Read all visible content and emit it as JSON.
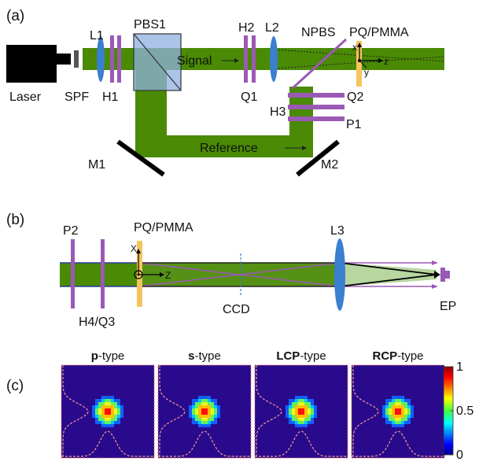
{
  "panels": {
    "a": {
      "label": "(a)",
      "components": {
        "laser": "Laser",
        "spf": "SPF",
        "l1": "L1",
        "h1": "H1",
        "pbs1": "PBS1",
        "h2": "H2",
        "q1": "Q1",
        "l2": "L2",
        "npbs": "NPBS",
        "sample": "PQ/PMMA",
        "q2": "Q2",
        "h3": "H3",
        "p1": "P1",
        "m1": "M1",
        "m2": "M2"
      },
      "beams": {
        "signal": "Signal",
        "reference": "Reference"
      },
      "axes": {
        "x": "x",
        "y": "y",
        "z": "z"
      }
    },
    "b": {
      "label": "(b)",
      "components": {
        "p2": "P2",
        "h4q3": "H4/Q3",
        "sample": "PQ/PMMA",
        "ccd": "CCD",
        "l3": "L3",
        "ep": "EP"
      },
      "axes": {
        "x": "X",
        "z": "Z"
      }
    },
    "c": {
      "label": "(c)",
      "tiles": [
        {
          "bold": "p",
          "suffix": "-type"
        },
        {
          "bold": "s",
          "suffix": "-type"
        },
        {
          "bold": "LCP",
          "suffix": "-type"
        },
        {
          "bold": "RCP",
          "suffix": "-type"
        }
      ],
      "colorbar": {
        "ticks": [
          "1",
          "0.5",
          "0"
        ],
        "tick_values": [
          1,
          0.5,
          0
        ]
      }
    }
  },
  "colors": {
    "beam": "#4a8a04",
    "beam_light": "#b7d6a0",
    "optic": "#9b59b6",
    "lens": "#3a7fd0",
    "sample": "#f4c45e",
    "pbs": "#8fb0e0",
    "tile_bg": "#2a0a8c",
    "profile": "#f0a090"
  }
}
